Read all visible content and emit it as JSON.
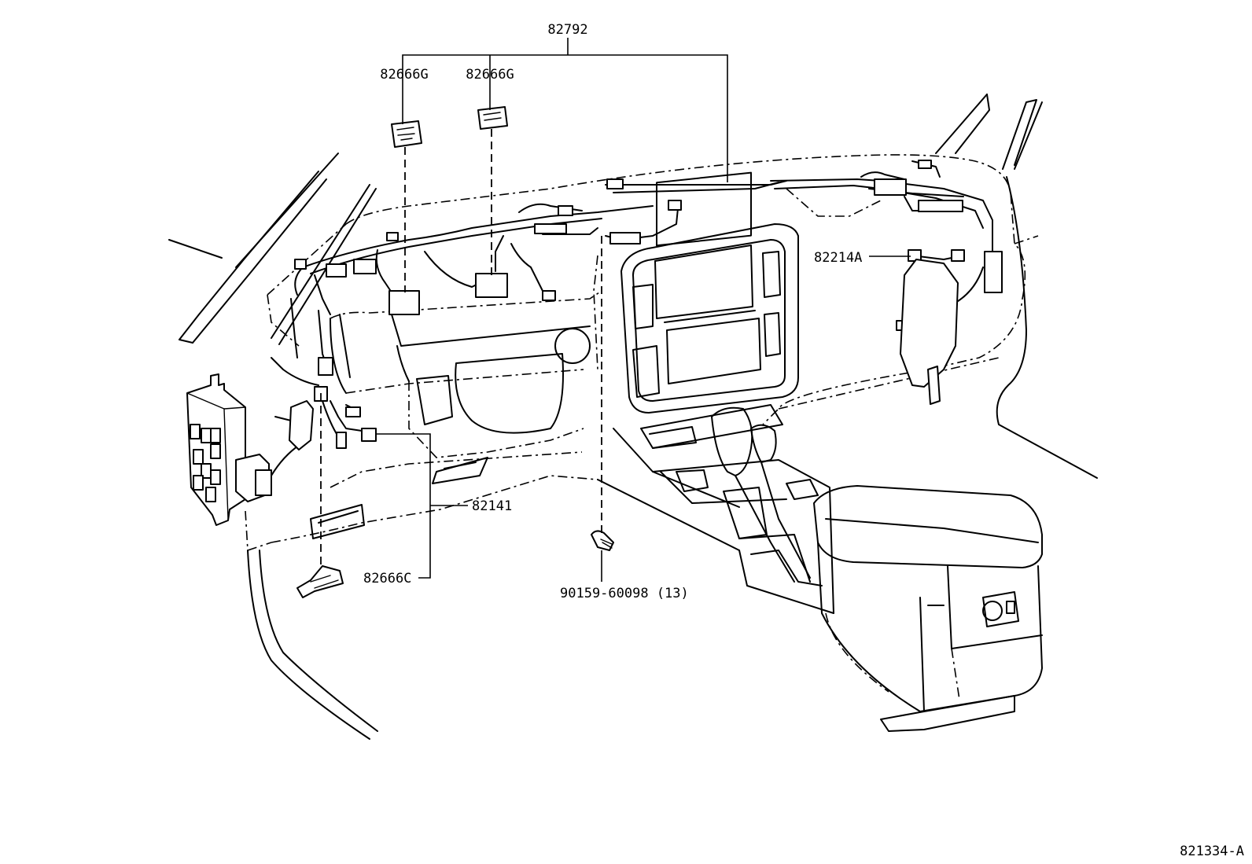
{
  "diagram": {
    "parts": {
      "harness_main": "82792",
      "clamp_g_left": "82666G",
      "clamp_g_right": "82666G",
      "harness_floor": "82141",
      "clamp_c": "82666C",
      "harness_right": "82214A",
      "bolt": "90159-60098 (13)"
    },
    "figure_id": "821334-A"
  }
}
